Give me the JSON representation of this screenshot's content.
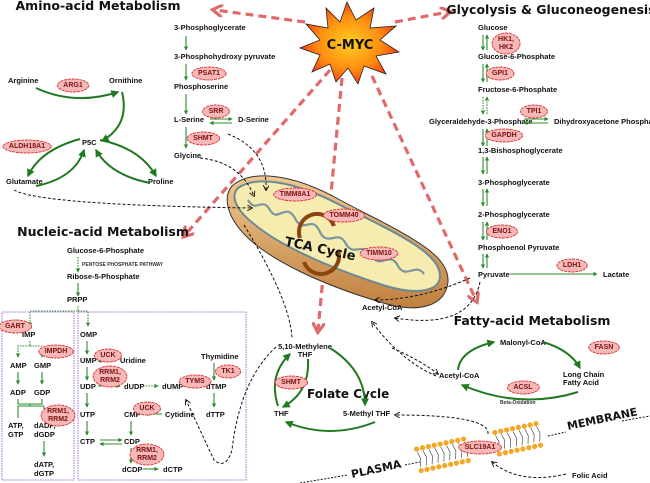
{
  "center": {
    "label": "C-MYC"
  },
  "sections": {
    "amino_acid": "Amino-acid Metabolism",
    "glycolysis": "Glycolysis & Gluconeogenesis",
    "nucleic_acid": "Nucleic-acid Metabolism",
    "fatty_acid": "Fatty-acid Metabolism",
    "folate": "Folate Cycle",
    "tca": "TCA Cycle"
  },
  "amino_acid": {
    "serine_path": [
      "3-Phosphoglycerate",
      "3-Phosphohydroxy pyruvate",
      "Phosphoserine",
      "L-Serine",
      "Glycine"
    ],
    "d_serine": "D-Serine",
    "enzymes": {
      "psat1": "PSAT1",
      "srr": "SRR",
      "shmt": "SHMT",
      "arg1": "ARG1",
      "aldh18a1": "ALDH18A1"
    },
    "proline_path": {
      "arginine": "Arginine",
      "ornithine": "Ornithine",
      "p5c": "P5C",
      "glutamate": "Glutamate",
      "proline": "Proline"
    }
  },
  "glycolysis": {
    "metabolites": [
      "Glucose",
      "Glucose-6-Phosphate",
      "Fructose-6-Phosphate",
      "Glyceraldehyde-3-Phosphate",
      "1,3-Bishosphoglycerate",
      "3-Phosphoglycerate",
      "2-Phosphoglycerate",
      "Phosphoenol Pyruvate",
      "Pyruvate"
    ],
    "dhap": "Dihydroxyacetone Phosphate",
    "lactate": "Lactate",
    "enzymes": {
      "hk1": "HK1,",
      "hk2": "HK2",
      "gpi1": "GPI1",
      "tpi1": "TPI1",
      "gapdh": "GAPDH",
      "eno1": "ENO1",
      "ldh1": "LDH1"
    }
  },
  "mitochondrion": {
    "enzymes": {
      "timm8a1": "TIMM8A1",
      "tomm40": "TOMM40",
      "timm10": "TIMM10"
    },
    "acetyl_coa": "Acetyl-CoA"
  },
  "nucleic_acid": {
    "g6p": "Glucose-6-Phosphate",
    "ppp": "PENTOSE PHOSPHATE PATHWAY",
    "r5p": "Ribose-5-Phosphate",
    "prpp": "PRPP",
    "purine": {
      "imp": "IMP",
      "amp": "AMP",
      "gmp": "GMP",
      "adp": "ADP",
      "gdp": "GDP",
      "atp_gtp_1": "ATP,",
      "atp_gtp_2": "GTP",
      "dadp_1": "dADP,",
      "dadp_2": "dGDP",
      "datp_1": "dATP,",
      "datp_2": "dGTP"
    },
    "pyrimidine": {
      "omp": "OMP",
      "ump": "UMP",
      "uridine": "Uridine",
      "udp": "UDP",
      "dudp": "dUDP",
      "dump": "dUMP",
      "thymidine": "Thymidine",
      "dtmp": "dTMP",
      "dttp": "dTTP",
      "utp": "UTP",
      "cmp": "CMP",
      "cytidine": "Cytidine",
      "ctp": "CTP",
      "cdp": "CDP",
      "dcdp": "dCDP",
      "dctp": "dCTP"
    },
    "enzymes": {
      "gart": "GART",
      "impdh": "IMPDH",
      "rrm_a1": "RRM1,",
      "rrm_a2": "RRM2",
      "uck": "UCK",
      "rrm_b1": "RRM1,",
      "rrm_b2": "RRM2",
      "tyms": "TYMS",
      "tk1": "TK1",
      "uck2": "UCK",
      "rrm_c1": "RRM1,",
      "rrm_c2": "RRM2"
    }
  },
  "folate": {
    "methylene_1": "5,10-Methylene",
    "methylene_2": "THF",
    "thf": "THF",
    "methyl_thf": "5-Methyl THF",
    "enzyme": "SHMT"
  },
  "fatty_acid": {
    "malonyl": "Malonyl-CoA",
    "acetyl": "Acetyl-CoA",
    "lcfa_1": "Long Chain",
    "lcfa_2": "Fatty Acid",
    "beta_ox": "Beta-Oxidation",
    "enzymes": {
      "fasn": "FASN",
      "acsl": "ACSL"
    }
  },
  "membrane": {
    "plasma": "PLASMA",
    "membrane": "MEMBRANE",
    "transporter": "SLC19A1",
    "folic_acid": "Folic Acid"
  }
}
